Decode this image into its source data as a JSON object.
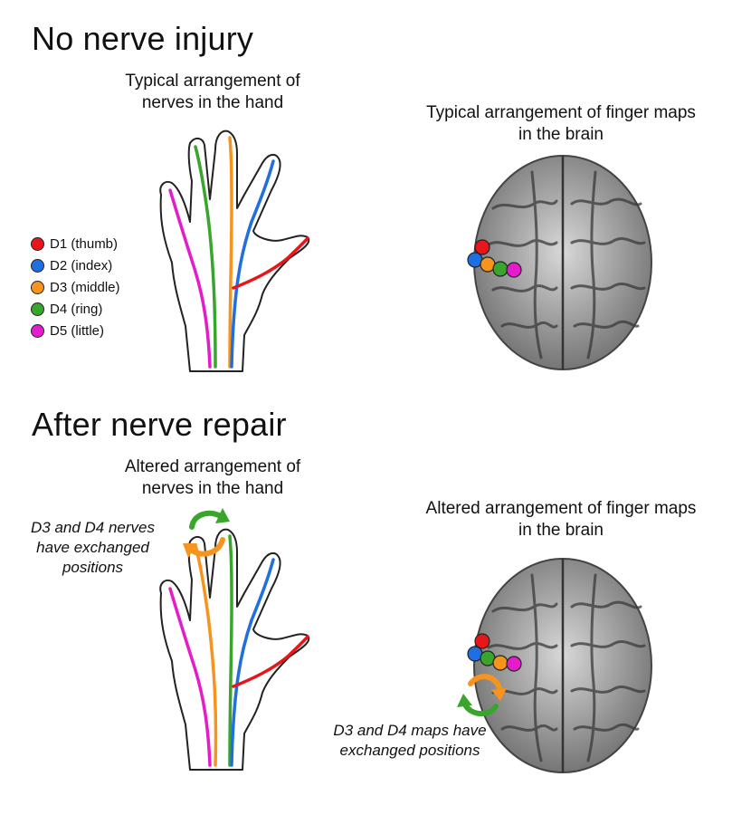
{
  "sections": {
    "top": {
      "title": "No nerve injury",
      "hand_caption": "Typical arrangement of nerves in the hand",
      "brain_caption": "Typical arrangement of finger maps in the brain",
      "map_order": [
        "D1",
        "D2",
        "D3",
        "D4",
        "D5"
      ]
    },
    "bottom": {
      "title": "After nerve repair",
      "hand_caption": "Altered arrangement of nerves in the hand",
      "brain_caption": "Altered arrangement of finger maps in the brain",
      "hand_note": "D3 and D4 nerves have exchanged positions",
      "brain_note": "D3 and D4 maps have exchanged positions",
      "map_order": [
        "D1",
        "D2",
        "D4",
        "D3",
        "D5"
      ]
    }
  },
  "legend": [
    {
      "key": "D1",
      "label": "D1 (thumb)",
      "color": "#e8161b"
    },
    {
      "key": "D2",
      "label": "D2 (index)",
      "color": "#1f6fe0"
    },
    {
      "key": "D3",
      "label": "D3 (middle)",
      "color": "#f7941d"
    },
    {
      "key": "D4",
      "label": "D4 (ring)",
      "color": "#3aa52c"
    },
    {
      "key": "D5",
      "label": "D5 (little)",
      "color": "#e51ccb"
    }
  ],
  "arrow_colors": {
    "green": "#3aa52c",
    "orange": "#f7941d"
  }
}
